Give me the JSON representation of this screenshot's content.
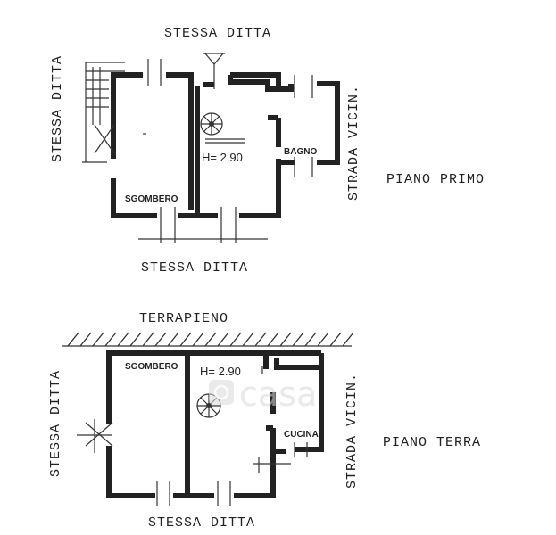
{
  "upper_plan": {
    "top_label": "STESSA DITTA",
    "left_label": "STESSA DITTA",
    "right_label": "STRADA VICIN.",
    "bottom_label": "STESSA DITTA",
    "floor_name": "PIANO PRIMO",
    "height_label": "H= 2.90",
    "rooms": {
      "storage": "SGOMBERO",
      "bathroom": "BAGNO"
    },
    "icons": {
      "stairs": "spiral-stair-icon"
    }
  },
  "lower_plan": {
    "top_label": "TERRAPIENO",
    "left_label": "STESSA DITTA",
    "right_label": "STRADA VICIN.",
    "bottom_label": "STESSA DITTA",
    "floor_name": "PIANO TERRA",
    "height_label": "H= 2.90",
    "rooms": {
      "storage": "SGOMBERO",
      "kitchen": "CUCINA"
    },
    "icons": {
      "stairs": "spiral-stair-icon"
    }
  },
  "watermark": {
    "text": "casa",
    "icon": "casa-logo-icon"
  },
  "colors": {
    "ink": "#222222",
    "background": "#ffffff",
    "watermark": "#d8d8d8"
  }
}
